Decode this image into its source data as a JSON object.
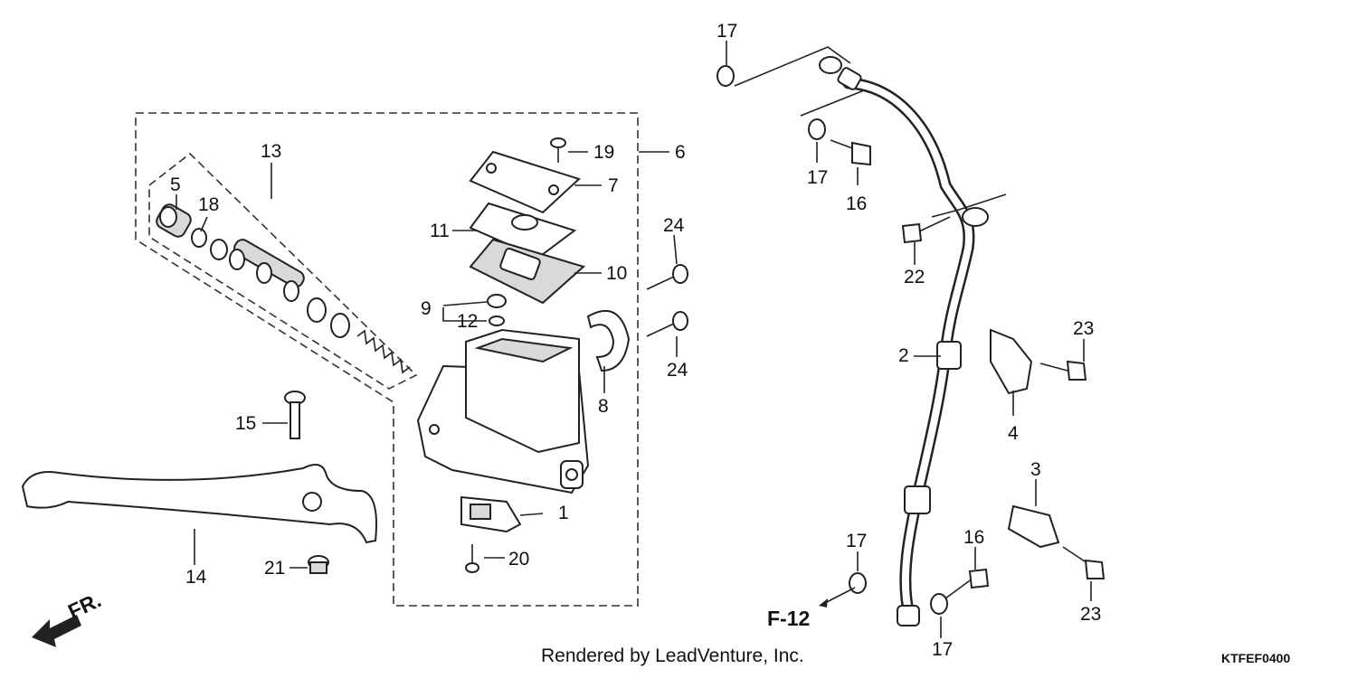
{
  "labels": {
    "p1": "1",
    "p2": "2",
    "p3": "3",
    "p4": "4",
    "p5": "5",
    "p6": "6",
    "p7": "7",
    "p8": "8",
    "p9": "9",
    "p10": "10",
    "p11": "11",
    "p12": "12",
    "p13": "13",
    "p14": "14",
    "p15": "15",
    "p16a": "16",
    "p16b": "16",
    "p17a": "17",
    "p17b": "17",
    "p17c": "17",
    "p17d": "17",
    "p18": "18",
    "p19": "19",
    "p20": "20",
    "p21": "21",
    "p22": "22",
    "p23a": "23",
    "p23b": "23",
    "p24a": "24",
    "p24b": "24"
  },
  "ref_label": "F-12",
  "direction_label": "FR.",
  "footer": "Rendered by LeadVenture, Inc.",
  "diagram_code": "KTFEF0400"
}
